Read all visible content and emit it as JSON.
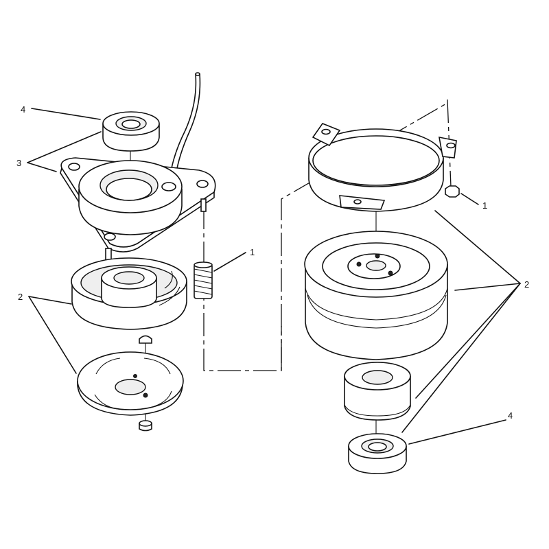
{
  "callouts": [
    {
      "id": "left-4",
      "text": "4"
    },
    {
      "id": "left-3",
      "text": "3"
    },
    {
      "id": "left-1",
      "text": "1"
    },
    {
      "id": "left-2",
      "text": "2"
    },
    {
      "id": "right-1",
      "text": "1"
    },
    {
      "id": "right-2",
      "text": "2"
    },
    {
      "id": "right-4",
      "text": "4"
    }
  ]
}
